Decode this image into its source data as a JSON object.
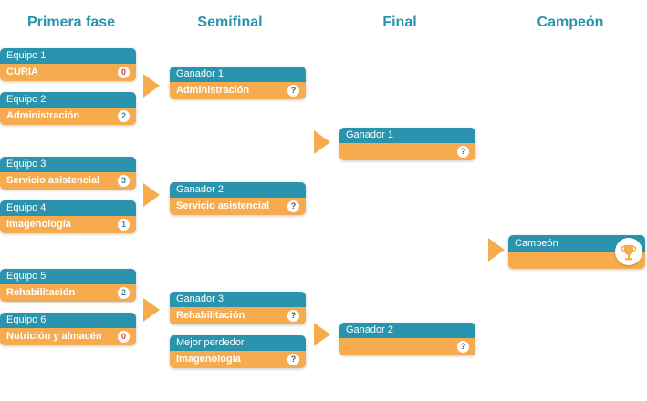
{
  "headings": {
    "round1": "Primera fase",
    "round2": "Semifinal",
    "round3": "Final",
    "round4": "Campeón"
  },
  "round1": [
    {
      "label": "Equipo 1",
      "team": "CURIA",
      "score": "0"
    },
    {
      "label": "Equipo 2",
      "team": "Administración",
      "score": "2"
    },
    {
      "label": "Equipo 3",
      "team": "Servicio asistencial",
      "score": "3"
    },
    {
      "label": "Equipo 4",
      "team": "Imagenología",
      "score": "1"
    },
    {
      "label": "Equipo 5",
      "team": "Rehabilitación",
      "score": "2"
    },
    {
      "label": "Equipo 6",
      "team": "Nutrición y almacén",
      "score": "0"
    }
  ],
  "round2": [
    {
      "label": "Ganador 1",
      "team": "Administración",
      "score": "?"
    },
    {
      "label": "Ganador 2",
      "team": "Servicio asistencial",
      "score": "?"
    },
    {
      "label": "Ganador 3",
      "team": "Rehabilitación",
      "score": "?"
    },
    {
      "label": "Mejor perdedor",
      "team": "Imagenología",
      "score": "?"
    }
  ],
  "final": [
    {
      "label": "Ganador 1",
      "team": "",
      "score": "?"
    },
    {
      "label": "Ganador 2",
      "team": "",
      "score": "?"
    }
  ],
  "champion": {
    "label": "Campeón",
    "icon": "trophy-icon"
  },
  "colors": {
    "header": "#2a93ae",
    "body": "#f5ab4e",
    "zero_score": "#d83a2f"
  }
}
